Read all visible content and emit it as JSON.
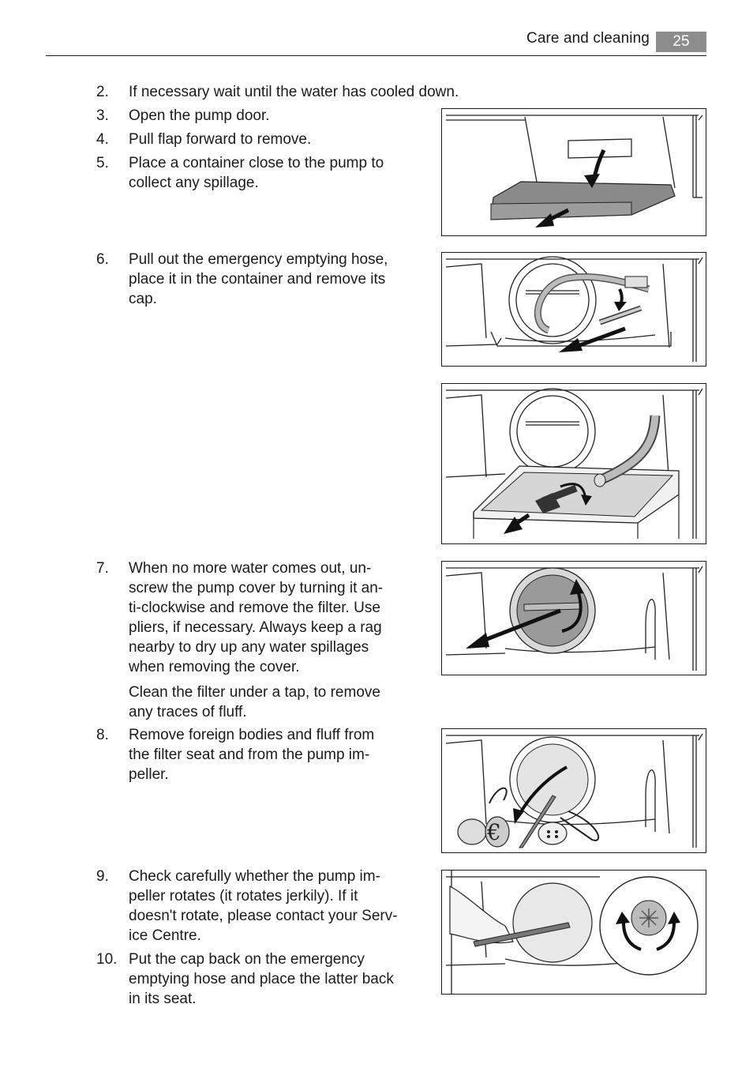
{
  "header": {
    "section_title": "Care and cleaning",
    "page_number": "25"
  },
  "steps": [
    {
      "number": "2.",
      "lines": [
        "If necessary wait until the water has cooled down."
      ]
    },
    {
      "number": "3.",
      "lines": [
        "Open the pump door."
      ]
    },
    {
      "number": "4.",
      "lines": [
        "Pull flap forward to remove."
      ]
    },
    {
      "number": "5.",
      "lines": [
        "Place a container close to the pump to",
        "collect any spillage."
      ]
    },
    {
      "number": "6.",
      "lines": [
        "Pull out the emergency emptying hose,",
        "place it in the container and remove its",
        "cap."
      ]
    },
    {
      "number": "7.",
      "lines": [
        "When no more water comes out, un-",
        "screw the pump cover by turning it an-",
        "ti-clockwise and remove the filter. Use",
        "pliers, if necessary. Always keep a rag",
        "nearby to dry up any water spillages",
        "when removing the cover."
      ]
    },
    {
      "number": "8.",
      "lines": [
        "Remove foreign bodies and fluff from",
        "the filter seat and from the pump im-",
        "peller."
      ]
    },
    {
      "number": "9.",
      "lines": [
        "Check carefully whether the pump im-",
        "peller rotates (it rotates jerkily). If it",
        "doesn't rotate, please contact your Serv-",
        "ice Centre."
      ]
    },
    {
      "number": "10.",
      "lines": [
        "Put the cap back on the emergency",
        "emptying hose and place the latter back",
        "in its seat."
      ]
    }
  ],
  "notes": {
    "clean_filter": [
      "Clean the filter under a tap, to remove",
      "any traces of fluff."
    ]
  },
  "figures": {
    "coin_symbol": "€"
  }
}
